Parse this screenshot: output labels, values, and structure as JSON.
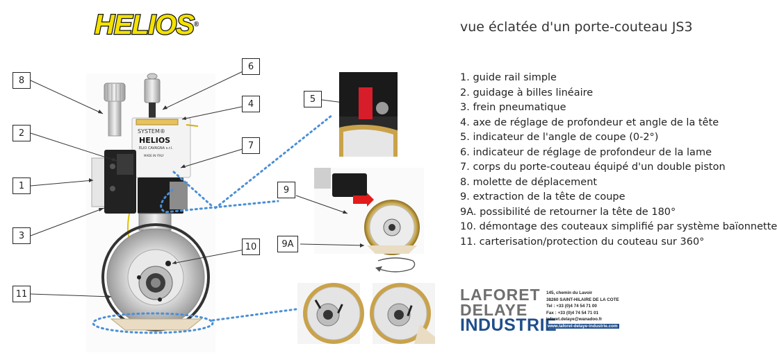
{
  "brand": {
    "logo_text": "HELIOS",
    "logo_mark": "®"
  },
  "title": "vue éclatée d'un porte-couteau JS3",
  "legend": [
    "1. guide rail simple",
    "2. guidage à billes linéaire",
    "3. frein pneumatique",
    "4. axe de réglage de profondeur et angle de la tête",
    "5. indicateur de  l'angle de coupe (0-2°)",
    "6. indicateur de réglage de profondeur de la lame",
    "7. corps du porte-couteau équipé d'un double piston",
    "8. molette de déplacement",
    "9. extraction de la tête de coupe",
    "9A. possibilité de retourner la tête de 180°",
    "10. démontage des couteaux simplifié par système baïonnette",
    "11. carterisation/protection du couteau sur 360°"
  ],
  "callouts": {
    "c1": "1",
    "c2": "2",
    "c3": "3",
    "c4": "4",
    "c5": "5",
    "c6": "6",
    "c7": "7",
    "c8": "8",
    "c9": "9",
    "c9a": "9A",
    "c10": "10",
    "c11": "11"
  },
  "device_labels": {
    "system": "SYSTEM®",
    "brand": "HELIOS",
    "maker": "ELIO CAVAGNA s.r.l.",
    "origin": "MADE IN ITALY"
  },
  "company": {
    "line1": "LAFORET",
    "line2": "DELAYE",
    "line3": "INDUSTRIE",
    "address1": "145, chemin du Lavoir",
    "address2": "38260 SAINT-HILAIRE DE LA COTE",
    "tel": "Tel : +33 (0)4 74 54 71 00",
    "fax": "Fax : +33 (0)4 74 54 71 01",
    "email": "laforet.delaye@wanadoo.fr",
    "web": "www.laforet-delaye-industrie.com"
  },
  "colors": {
    "arrow_red": "#e21b1b",
    "dotted_blue": "#4a8fd6",
    "brand_blue": "#1f4e8c",
    "logo_yellow": "#f4e200"
  }
}
